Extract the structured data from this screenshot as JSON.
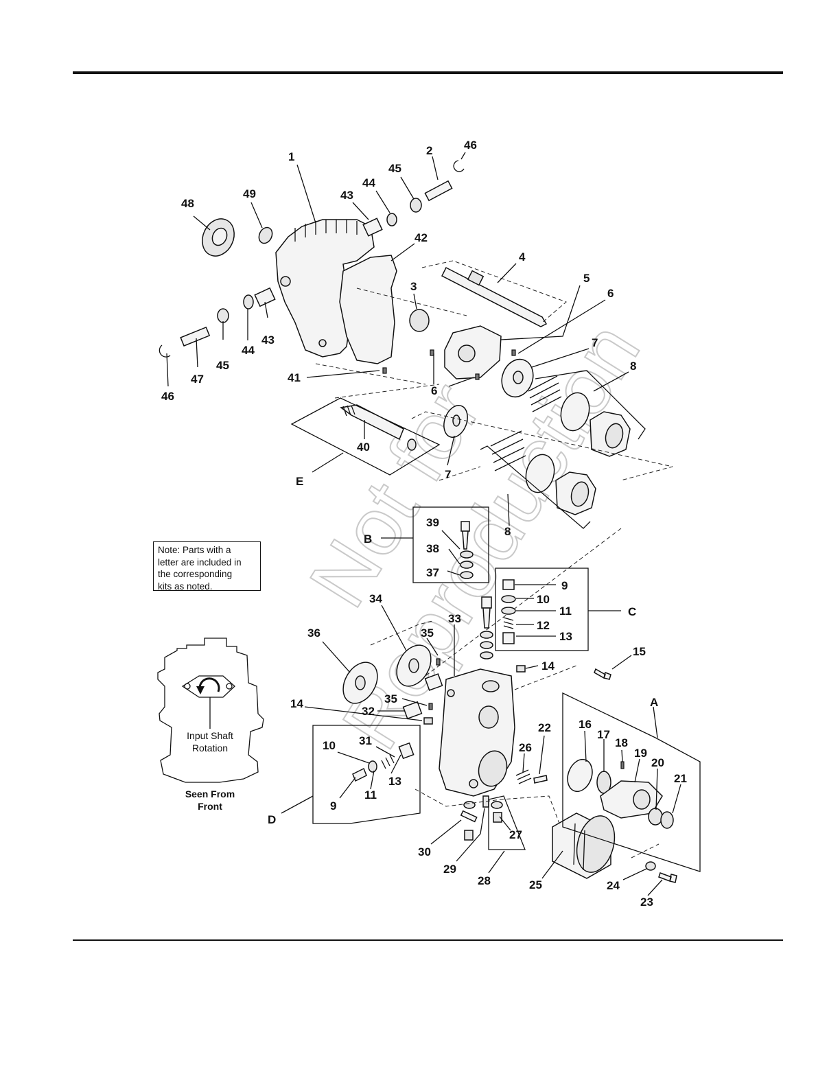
{
  "note": {
    "lines": [
      "Note: Parts with a",
      "letter are included in",
      "the corresponding",
      "kits as noted."
    ]
  },
  "rotation": {
    "caption_lines": [
      "Input Shaft",
      "Rotation"
    ],
    "footer_lines": [
      "Seen From",
      "Front"
    ]
  },
  "watermark": {
    "line1": "Not for",
    "line2": "Reproduction"
  },
  "callouts": {
    "c1": "1",
    "c2": "2",
    "c46a": "46",
    "c45a": "45",
    "c44a": "44",
    "c43a": "43",
    "c48": "48",
    "c49": "49",
    "c42": "42",
    "c4": "4",
    "c3": "3",
    "c5": "5",
    "c6a": "6",
    "c7a": "7",
    "c8a": "8",
    "c44b": "44",
    "c43b": "43",
    "c45b": "45",
    "c47": "47",
    "c46b": "46",
    "c41": "41",
    "c6b": "6",
    "c40": "40",
    "cE": "E",
    "c7b": "7",
    "c8b": "8",
    "c39": "39",
    "cB": "B",
    "c38": "38",
    "c37": "37",
    "c9a": "9",
    "c10a": "10",
    "c11a": "11",
    "cC": "C",
    "c12": "12",
    "c13a": "13",
    "c34": "34",
    "c33": "33",
    "c36": "36",
    "c35a": "35",
    "c15": "15",
    "c14a": "14",
    "cA": "A",
    "c35b": "35",
    "c14b": "14",
    "c32": "32",
    "c16": "16",
    "c17": "17",
    "c18": "18",
    "c22": "22",
    "c31": "31",
    "c10b": "10",
    "c26": "26",
    "c19": "19",
    "c20": "20",
    "c21": "21",
    "c13b": "13",
    "c11b": "11",
    "c9b": "9",
    "cD": "D",
    "c27": "27",
    "c30": "30",
    "c29": "29",
    "c28": "28",
    "c25": "25",
    "c24": "24",
    "c23": "23"
  }
}
